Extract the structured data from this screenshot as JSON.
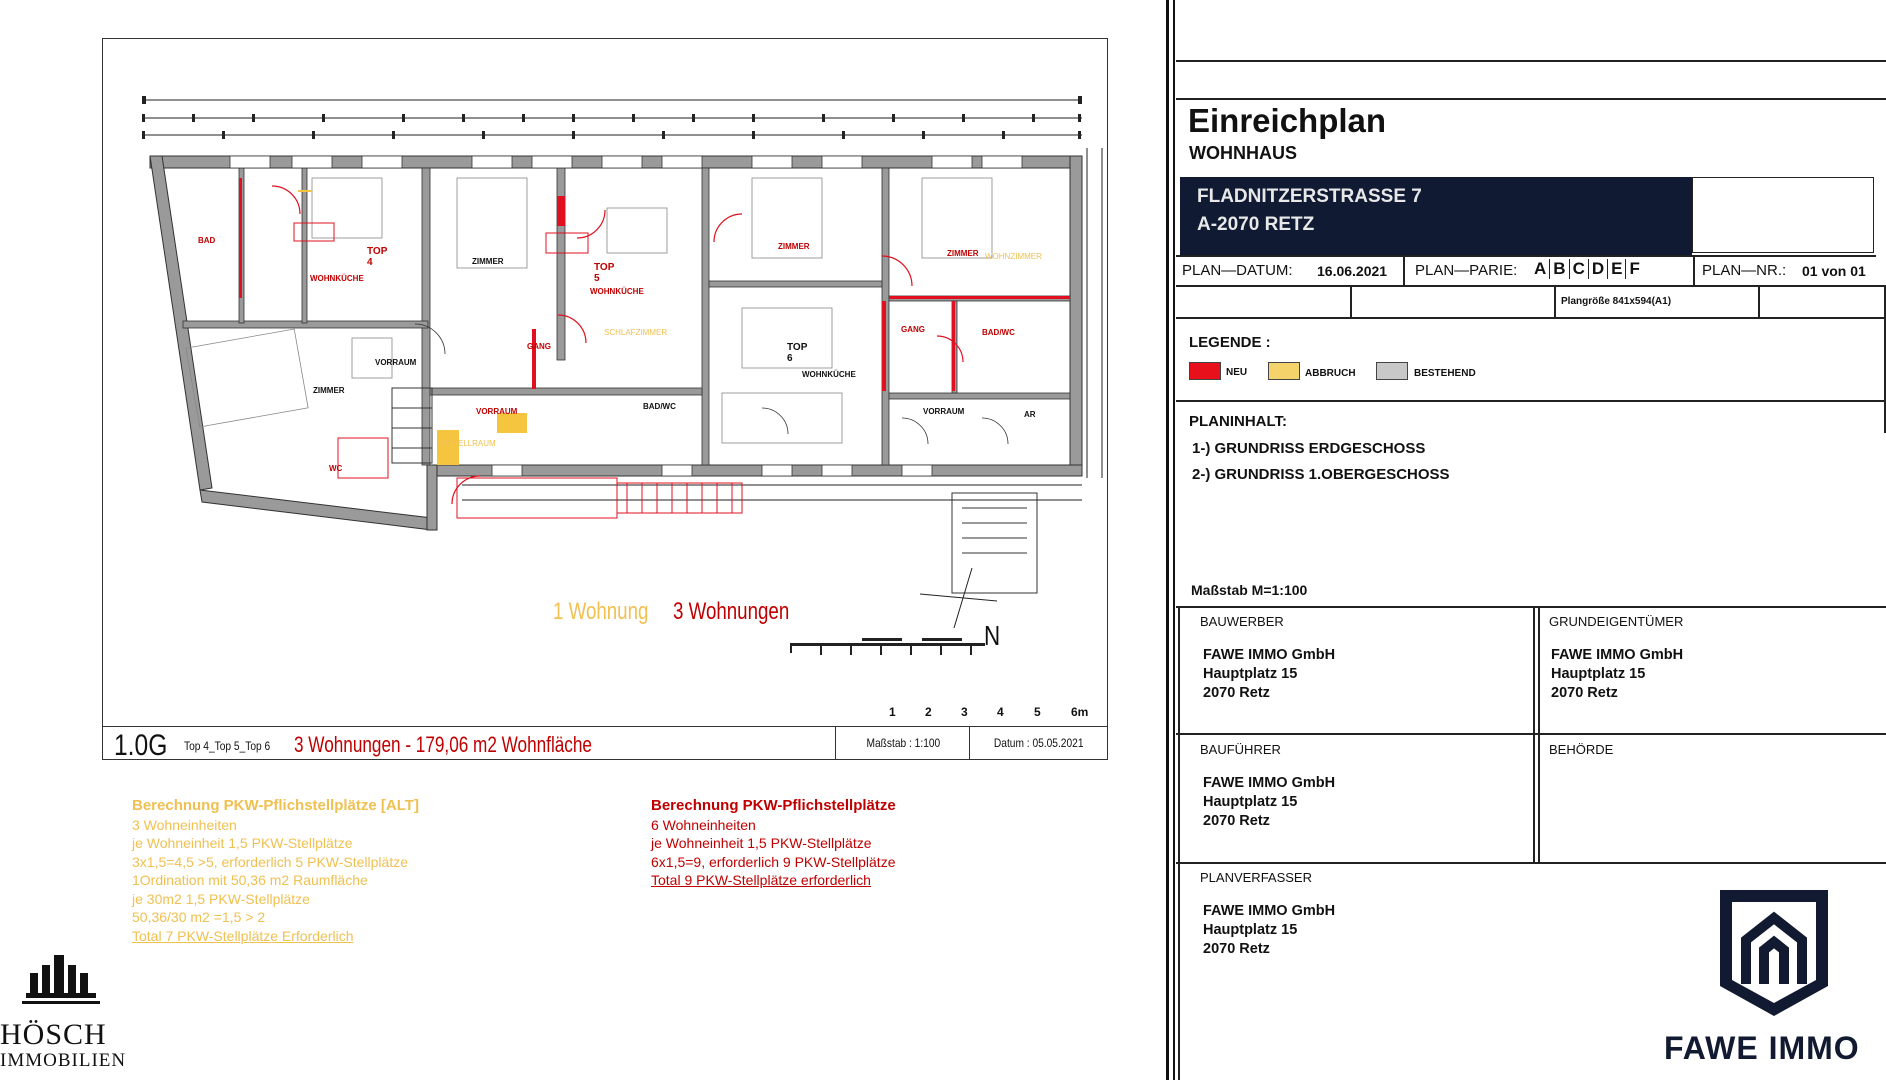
{
  "plan": {
    "level": "1.0G",
    "tops": "Top 4_Top 5_Top 6",
    "summary": "3 Wohnungen - 179,06 m2 Wohnfläche",
    "scale": "Maßstab : 1:100",
    "date": "Datum : 05.05.2021",
    "units_alt": "1 Wohnung",
    "units_new": "3 Wohnungen",
    "north": "N",
    "scalebar_ticks": [
      "1",
      "2",
      "3",
      "4",
      "5",
      "6m"
    ],
    "room_labels": {
      "zimmer": "ZIMMER",
      "wohnkueche": "WOHNKÜCHE",
      "bad": "BAD",
      "badwc": "BAD/WC",
      "gang": "GANG",
      "vorraum": "VORRAUM",
      "wc": "WC",
      "ar": "AR",
      "top4": "TOP 4",
      "top5": "TOP 5",
      "top6": "TOP 6",
      "wohnzimmer": "WOHNZIMMER",
      "schlafzimmer": "SCHLAFZIMMER",
      "abstellraum": "ABSTELLRAUM"
    }
  },
  "calc_alt": {
    "title": "Berechnung PKW-Pflichstellplätze [ALT]",
    "lines": [
      "3 Wohneinheiten",
      "je Wohneinheit 1,5 PKW-Stellplätze",
      "3x1,5=4,5 >5, erforderlich 5 PKW-Stellplätze",
      "1Ordination mit 50,36 m2 Raumfläche",
      "je 30m2 1,5 PKW-Stellplätze",
      "50,36/30 m2 =1,5 > 2"
    ],
    "total": "Total 7 PKW-Stellplätze Erforderlich"
  },
  "calc_new": {
    "title": "Berechnung PKW-Pflichstellplätze",
    "lines": [
      "6 Wohneinheiten",
      "je Wohneinheit 1,5 PKW-Stellplätze",
      "6x1,5=9, erforderlich 9 PKW-Stellplätze"
    ],
    "total": "Total 9 PKW-Stellplätze erforderlich"
  },
  "logo_left": {
    "name": "HÖSCH",
    "sub": "IMMOBILIEN"
  },
  "title_block": {
    "title": "Einreichplan",
    "subtitle": "WOHNHAUS",
    "address_line1": "FLADNITZERSTRASSE 7",
    "address_line2": "A-2070 RETZ",
    "plan_datum_label": "PLAN—DATUM:",
    "plan_datum": "16.06.2021",
    "plan_parie_label": "PLAN—PARIE:",
    "plan_parie_letters": [
      "A",
      "B",
      "C",
      "D",
      "E",
      "F"
    ],
    "plan_nr_label": "PLAN—NR.:",
    "plan_nr": "01 von 01",
    "plangroesse": "Plangröße 841x594(A1)",
    "legende_label": "LEGENDE :",
    "legend": [
      {
        "label": "NEU",
        "color": "#e8101a"
      },
      {
        "label": "ABBRUCH",
        "color": "#f5d36b"
      },
      {
        "label": "BESTEHEND",
        "color": "#c8c8c8"
      }
    ],
    "planinhalt_label": "PLANINHALT:",
    "planinhalt": [
      "1-) GRUNDRISS ERDGESCHOSS",
      "2-) GRUNDRISS 1.OBERGESCHOSS"
    ],
    "massstab": "Maßstab M=1:100",
    "bauwerber_label": "BAUWERBER",
    "bauwerber": [
      "FAWE IMMO GmbH",
      "Hauptplatz 15",
      "2070 Retz"
    ],
    "grundeigentuemer_label": "GRUNDEIGENTÜMER",
    "grundeigentuemer": [
      "FAWE IMMO GmbH",
      "Hauptplatz 15",
      "2070 Retz"
    ],
    "baufuehrer_label": "BAUFÜHRER",
    "baufuehrer": [
      "FAWE IMMO GmbH",
      "Hauptplatz 15",
      "2070 Retz"
    ],
    "behoerde_label": "BEHÖRDE",
    "planverfasser_label": "PLANVERFASSER",
    "planverfasser": [
      "FAWE IMMO GmbH",
      "Hauptplatz 15",
      "2070 Retz"
    ],
    "brand": "FAWE IMMO"
  }
}
